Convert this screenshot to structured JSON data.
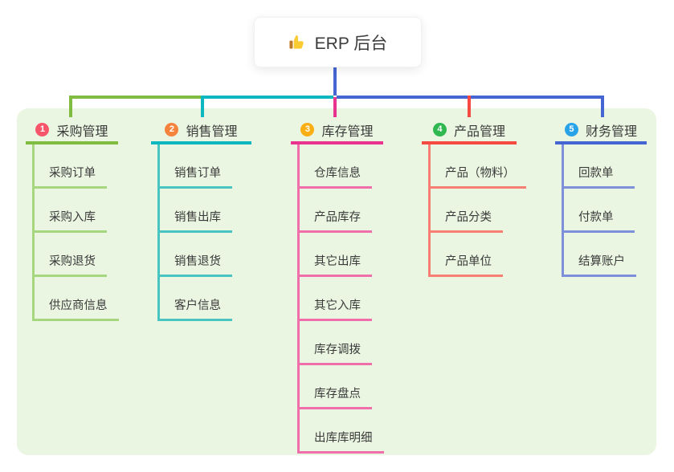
{
  "root": {
    "title": "ERP 后台",
    "icon": "thumbs-up-icon",
    "stem_color": "#4565D3"
  },
  "panel": {
    "background": "#EAF6E2"
  },
  "branches": [
    {
      "badge": "1",
      "title": "采购管理",
      "badge_color": "#F6556A",
      "line_color": "#7FBC3F",
      "child_line_color": "#A6D67D",
      "items": [
        "采购订单",
        "采购入库",
        "采购退货",
        "供应商信息"
      ]
    },
    {
      "badge": "2",
      "title": "销售管理",
      "badge_color": "#F5833C",
      "line_color": "#0CB7BF",
      "child_line_color": "#49C5C1",
      "items": [
        "销售订单",
        "销售出库",
        "销售退货",
        "客户信息"
      ]
    },
    {
      "badge": "3",
      "title": "库存管理",
      "badge_color": "#F9AE13",
      "line_color": "#E8348E",
      "child_line_color": "#F06EA9",
      "items": [
        "仓库信息",
        "产品库存",
        "其它出库",
        "其它入库",
        "库存调拨",
        "库存盘点",
        "出库库明细"
      ]
    },
    {
      "badge": "4",
      "title": "产品管理",
      "badge_color": "#2FB750",
      "line_color": "#F54A42",
      "child_line_color": "#F67E72",
      "items": [
        "产品（物料）",
        "产品分类",
        "产品单位"
      ]
    },
    {
      "badge": "5",
      "title": "财务管理",
      "badge_color": "#29A3E8",
      "line_color": "#4565D3",
      "child_line_color": "#7F90DB",
      "items": [
        "回款单",
        "付款单",
        "结算账户"
      ]
    }
  ]
}
